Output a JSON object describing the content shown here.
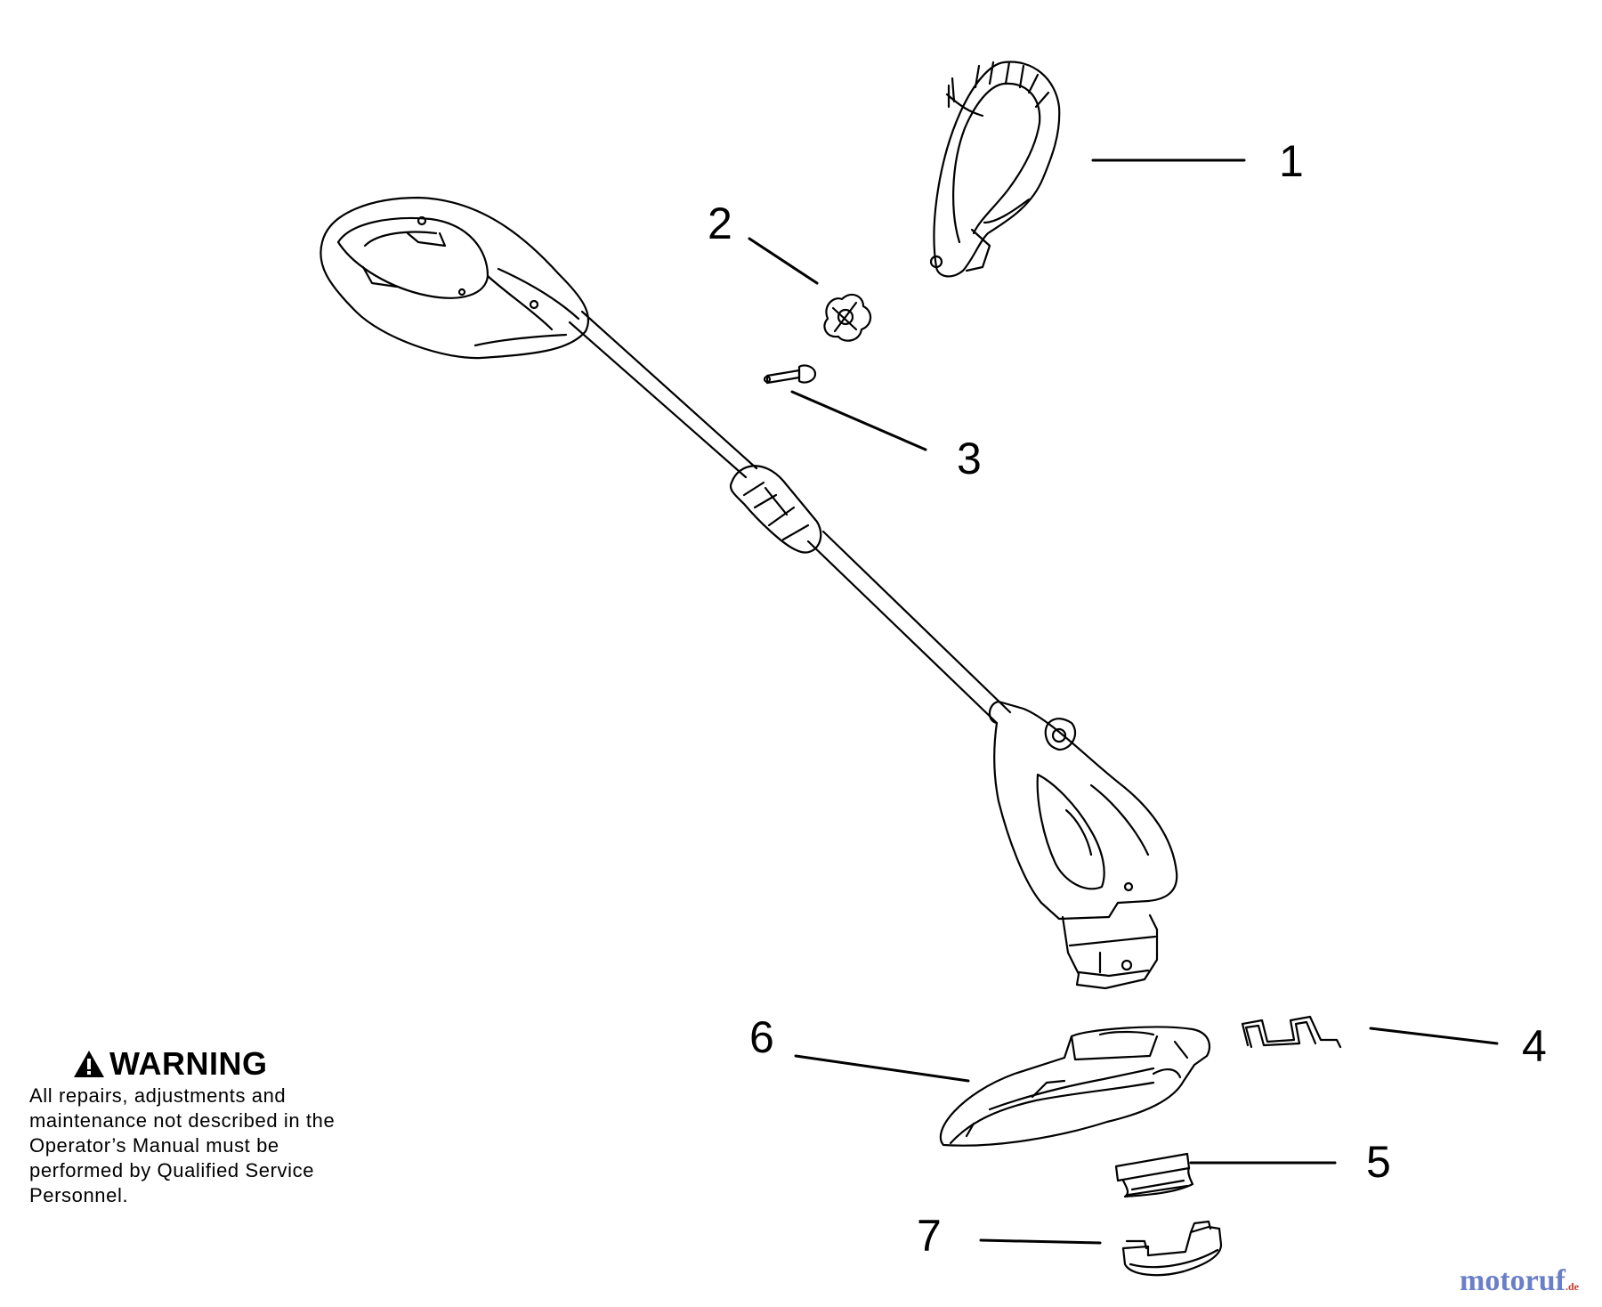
{
  "callouts": {
    "n1": "1",
    "n2": "2",
    "n3": "3",
    "n4": "4",
    "n5": "5",
    "n6": "6",
    "n7": "7"
  },
  "warning": {
    "title": "WARNING",
    "text": "All repairs, adjustments and maintenance not described in the Operator’s Manual must be performed by Qualified Service Personnel.",
    "icon": "warning-triangle-icon"
  },
  "brand": {
    "name": "motoruf",
    "tld": ".de",
    "colors": {
      "name": "#6a7fc8",
      "tld": "#c43a2e"
    }
  },
  "parts": [
    "assist-handle",
    "knob",
    "bolt",
    "edge-guide-wire",
    "spool-cap",
    "guard",
    "spool"
  ]
}
